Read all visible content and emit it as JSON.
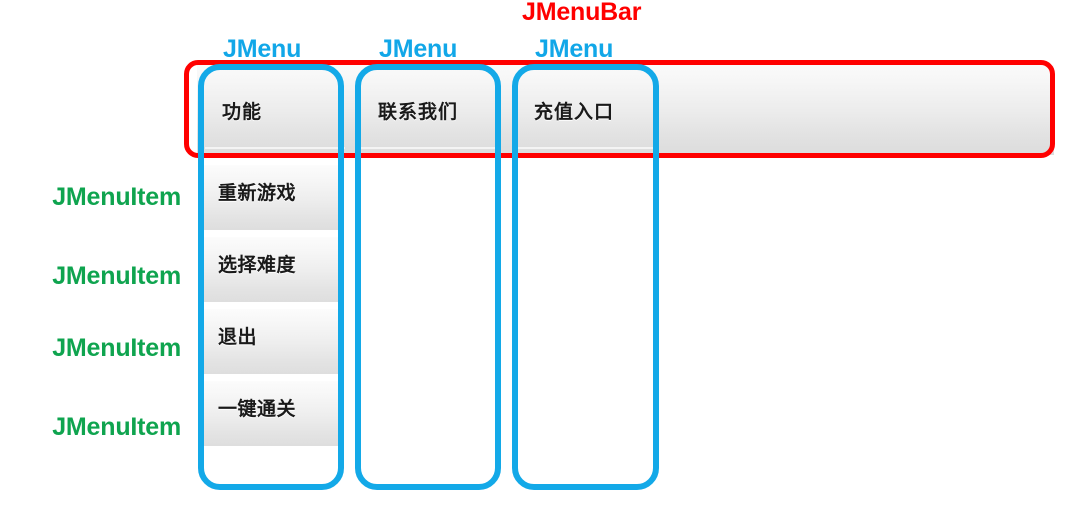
{
  "annotations": {
    "menubar_label": "JMenuBar",
    "menu_labels": [
      "JMenu",
      "JMenu",
      "JMenu"
    ],
    "menuitem_labels": [
      "JMenuItem",
      "JMenuItem",
      "JMenuItem",
      "JMenuItem"
    ],
    "colors": {
      "menubar_highlight": "#ff0000",
      "menu_highlight": "#13a9e8",
      "menuitem_highlight": "#0fa44f"
    }
  },
  "menubar": {
    "menus": [
      {
        "label": "功能"
      },
      {
        "label": "联系我们"
      },
      {
        "label": "充值入口"
      },
      {
        "label": ""
      },
      {
        "label": ""
      }
    ]
  },
  "popup": {
    "owner": "功能",
    "items": [
      {
        "label": "重新游戏"
      },
      {
        "label": "选择难度"
      },
      {
        "label": "退出"
      },
      {
        "label": "一键通关"
      }
    ]
  }
}
